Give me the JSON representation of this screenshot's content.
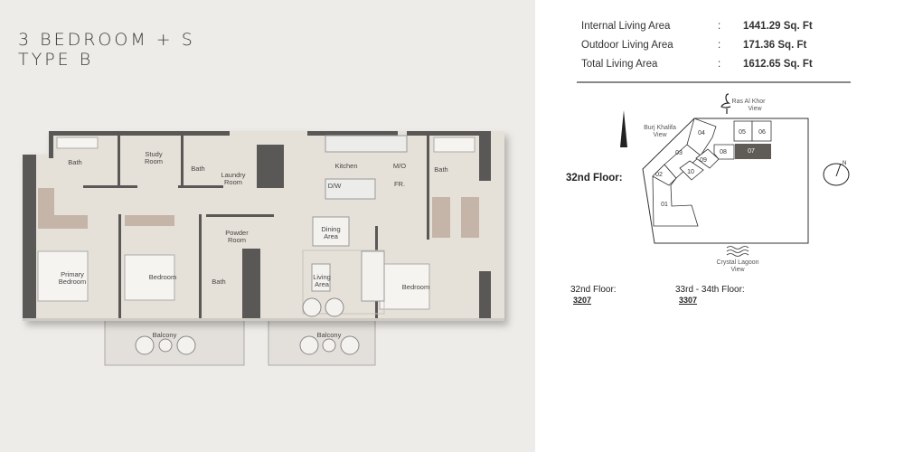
{
  "title": {
    "line1": "3 BEDROOM + S",
    "line2": "TYPE B"
  },
  "areas": [
    {
      "label": "Internal Living Area",
      "sep": ":",
      "value": "1441.29 Sq. Ft"
    },
    {
      "label": "Outdoor Living Area",
      "sep": ":",
      "value": "171.36 Sq. Ft"
    },
    {
      "label": "Total Living Area",
      "sep": ":",
      "value": "1612.65 Sq. Ft"
    }
  ],
  "plan": {
    "rooms": {
      "bath_primary": "Bath",
      "study": [
        "Study",
        "Room"
      ],
      "bath_study": "Bath",
      "laundry": [
        "Laundry",
        "Room"
      ],
      "kitchen": "Kitchen",
      "mo": "M/O",
      "fr": "FR.",
      "dw": "D/W",
      "bath_right": "Bath",
      "powder": [
        "Powder",
        "Room"
      ],
      "dining": [
        "Dining",
        "Area"
      ],
      "primary_bedroom": [
        "Primary",
        "Bedroom"
      ],
      "bedroom_2": "Bedroom",
      "bath_center": "Bath",
      "living": [
        "Living",
        "Area"
      ],
      "bedroom_3": "Bedroom",
      "balcony_1": "Balcony",
      "balcony_2": "Balcony"
    }
  },
  "keyplan": {
    "floor_label": "32nd Floor:",
    "views": {
      "burj": [
        "Burj Khalifa",
        "View"
      ],
      "ras": [
        "Ras Al Khor",
        "View"
      ],
      "lagoon": [
        "Crystal Lagoon",
        "View"
      ]
    },
    "units": [
      "01",
      "02",
      "03",
      "04",
      "05",
      "06",
      "07",
      "08",
      "09",
      "10"
    ],
    "highlighted_unit": "07",
    "compass": "N",
    "highlight_color": "#5f5b56"
  },
  "unit_numbers": [
    {
      "floor": "32nd Floor:",
      "unit": "3207"
    },
    {
      "floor": "33rd - 34th Floor:",
      "unit": "3307"
    }
  ]
}
